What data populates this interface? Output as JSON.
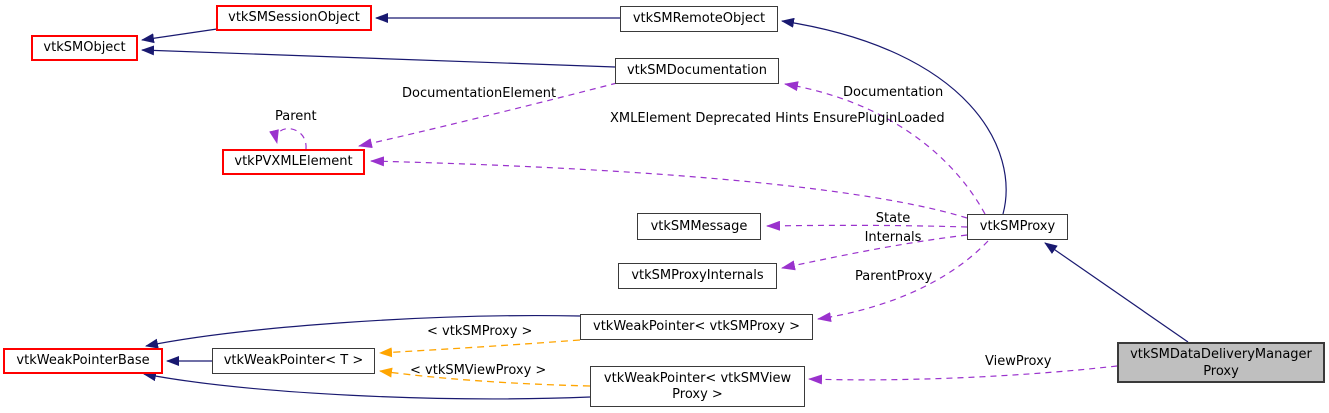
{
  "diagram": {
    "kind": "doxygen-collaboration-graph",
    "colors": {
      "inheritance_edge": "#191970",
      "usage_edge": "#9a32cd",
      "template_edge": "#ffa500",
      "truncated_node_border": "#ff0000",
      "node_border": "#3a3a3a",
      "current_node_fill": "#bfbfbf",
      "background": "#ffffff"
    },
    "nodes": {
      "session_object": {
        "label": "vtkSMSessionObject"
      },
      "sm_object": {
        "label": "vtkSMObject"
      },
      "remote_object": {
        "label": "vtkSMRemoteObject"
      },
      "documentation": {
        "label": "vtkSMDocumentation"
      },
      "pvxml_element": {
        "label": "vtkPVXMLElement"
      },
      "message": {
        "label": "vtkSMMessage"
      },
      "proxy": {
        "label": "vtkSMProxy"
      },
      "proxy_internals": {
        "label": "vtkSMProxyInternals"
      },
      "weak_pointer_proxy": {
        "label": "vtkWeakPointer< vtkSMProxy >"
      },
      "weak_pointer_base": {
        "label": "vtkWeakPointerBase"
      },
      "weak_pointer_t": {
        "label": "vtkWeakPointer< T >"
      },
      "weak_pointer_view": {
        "lines": [
          "vtkWeakPointer< vtkSMView",
          "Proxy >"
        ]
      },
      "current": {
        "lines": [
          "vtkSMDataDeliveryManager",
          "Proxy"
        ]
      }
    },
    "edge_labels": {
      "documentation_element": "DocumentationElement",
      "documentation": "Documentation",
      "parent": "Parent",
      "proxy_to_xml": [
        "XMLElement",
        "Deprecated",
        "Hints",
        "EnsurePluginLoaded"
      ],
      "state": "State",
      "internals": "Internals",
      "parent_proxy": "ParentProxy",
      "template_proxy": "< vtkSMProxy >",
      "template_view_proxy": "< vtkSMViewProxy >",
      "view_proxy": "ViewProxy"
    },
    "edges": [
      {
        "from": "vtkSMRemoteObject",
        "to": "vtkSMSessionObject",
        "type": "inheritance"
      },
      {
        "from": "vtkSMSessionObject",
        "to": "vtkSMObject",
        "type": "inheritance"
      },
      {
        "from": "vtkSMDocumentation",
        "to": "vtkSMObject",
        "type": "inheritance"
      },
      {
        "from": "vtkSMProxy",
        "to": "vtkSMRemoteObject",
        "type": "inheritance"
      },
      {
        "from": "vtkSMDataDeliveryManagerProxy",
        "to": "vtkSMProxy",
        "type": "inheritance"
      },
      {
        "from": "vtkWeakPointer< vtkSMProxy >",
        "to": "vtkWeakPointerBase",
        "type": "inheritance"
      },
      {
        "from": "vtkWeakPointer< T >",
        "to": "vtkWeakPointerBase",
        "type": "inheritance"
      },
      {
        "from": "vtkWeakPointer< vtkSMViewProxy >",
        "to": "vtkWeakPointerBase",
        "type": "inheritance"
      },
      {
        "from": "vtkSMProxy",
        "to": "vtkSMDocumentation",
        "type": "usage",
        "label": "Documentation"
      },
      {
        "from": "vtkSMDocumentation",
        "to": "vtkPVXMLElement",
        "type": "usage",
        "label": "DocumentationElement"
      },
      {
        "from": "vtkPVXMLElement",
        "to": "vtkPVXMLElement",
        "type": "usage",
        "label": "Parent"
      },
      {
        "from": "vtkSMProxy",
        "to": "vtkPVXMLElement",
        "type": "usage",
        "label": "XMLElement, Deprecated, Hints, EnsurePluginLoaded"
      },
      {
        "from": "vtkSMProxy",
        "to": "vtkSMMessage",
        "type": "usage",
        "label": "State"
      },
      {
        "from": "vtkSMProxy",
        "to": "vtkSMProxyInternals",
        "type": "usage",
        "label": "Internals"
      },
      {
        "from": "vtkSMProxy",
        "to": "vtkWeakPointer< vtkSMProxy >",
        "type": "usage",
        "label": "ParentProxy"
      },
      {
        "from": "vtkSMDataDeliveryManagerProxy",
        "to": "vtkWeakPointer< vtkSMViewProxy >",
        "type": "usage",
        "label": "ViewProxy"
      },
      {
        "from": "vtkWeakPointer< vtkSMProxy >",
        "to": "vtkWeakPointer< T >",
        "type": "template-instance",
        "label": "< vtkSMProxy >"
      },
      {
        "from": "vtkWeakPointer< vtkSMViewProxy >",
        "to": "vtkWeakPointer< T >",
        "type": "template-instance",
        "label": "< vtkSMViewProxy >"
      }
    ]
  }
}
